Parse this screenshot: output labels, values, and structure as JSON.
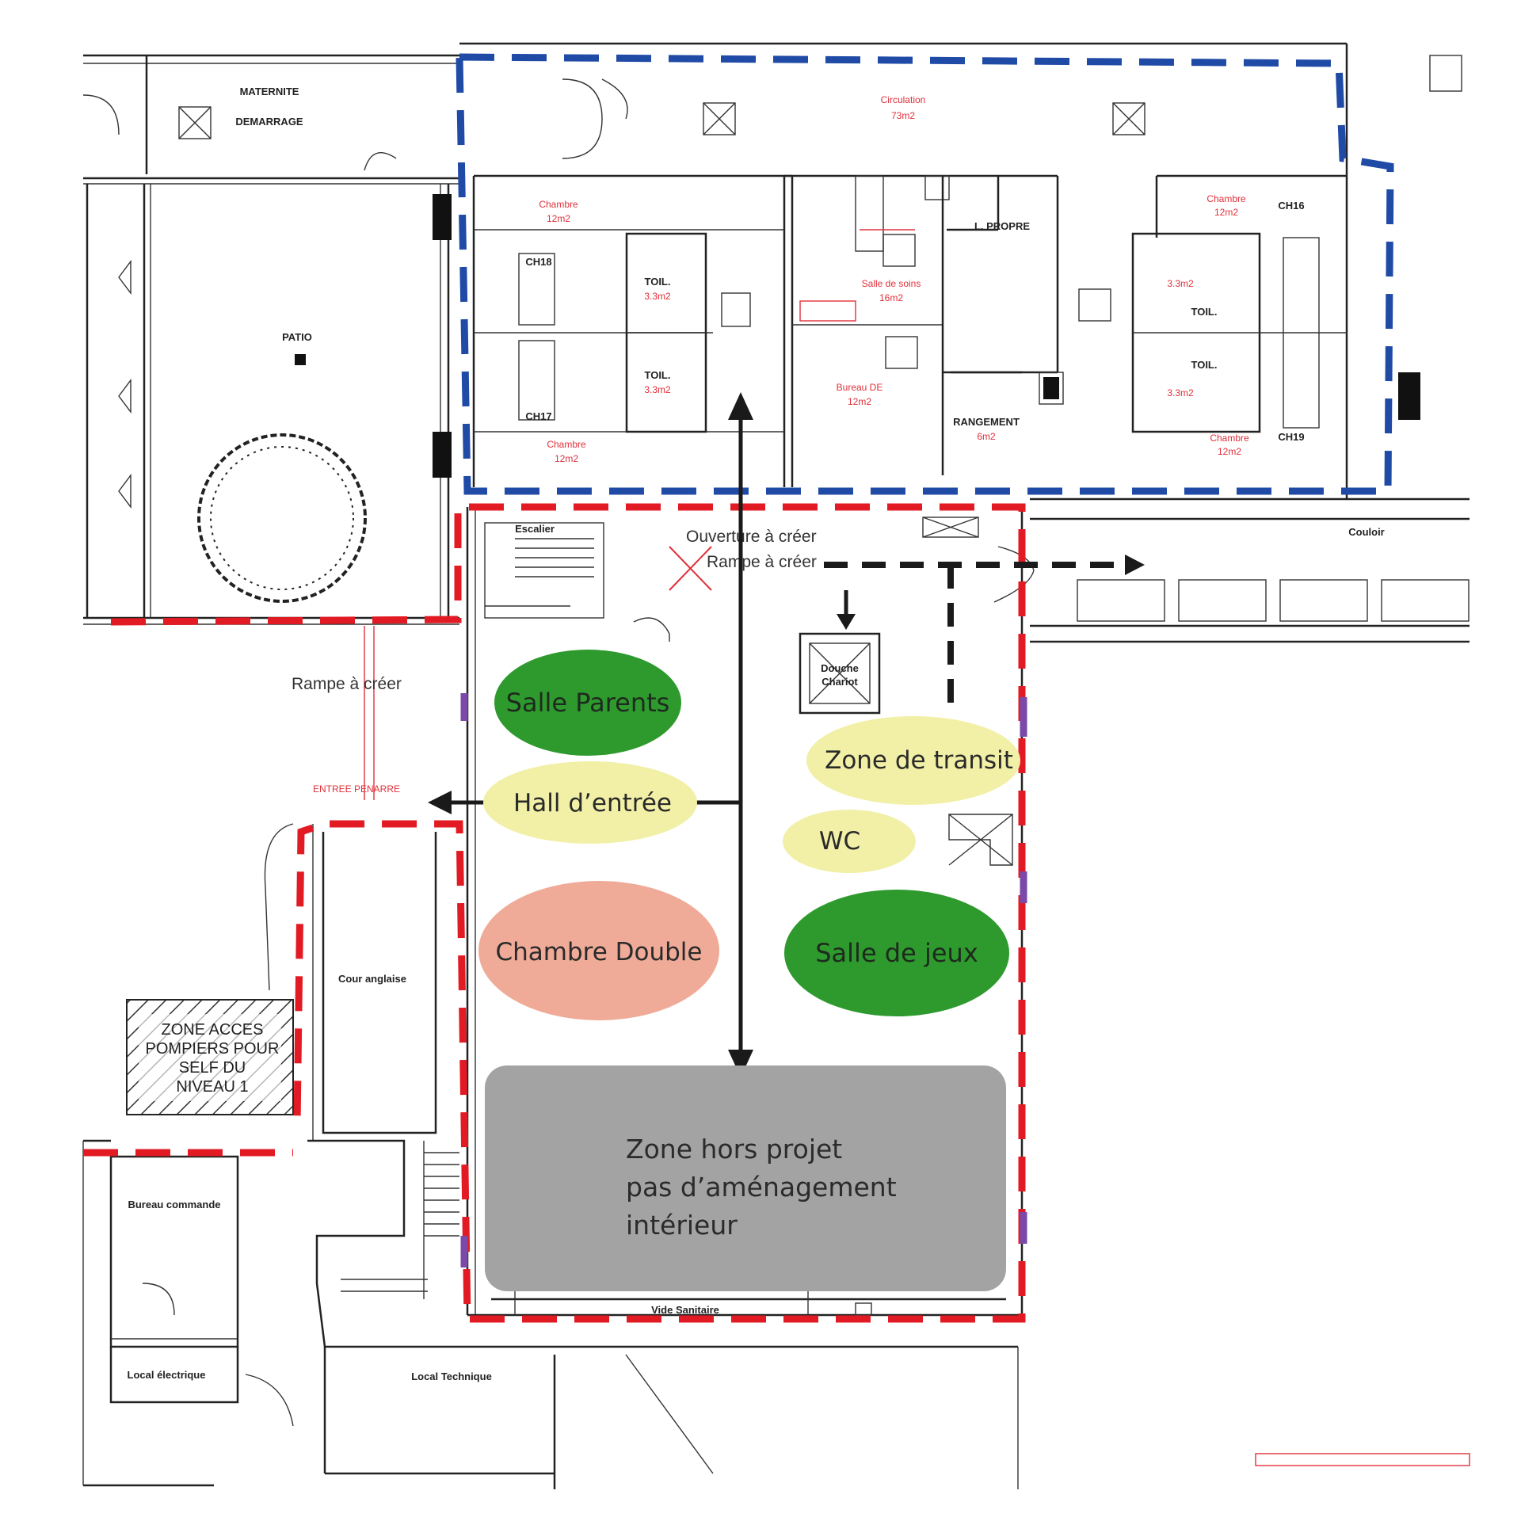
{
  "top_labels": {
    "maternite": "MATERNITE",
    "demarrage": "DEMARRAGE",
    "patio": "PATIO",
    "circulation": "Circulation",
    "circulation_area": "73m2",
    "chambre_tl": "Chambre",
    "chambre_tl_area": "12m2",
    "ch18": "CH18",
    "ch17": "CH17",
    "toil_1": "TOIL.",
    "toil_1_area": "3.3m2",
    "toil_2": "TOIL.",
    "toil_2_area": "3.3m2",
    "chambre_bl": "Chambre",
    "chambre_bl_area": "12m2",
    "salle_soins": "Salle de soins",
    "salle_soins_area": "16m2",
    "bureau_de": "Bureau DE",
    "bureau_de_area": "12m2",
    "l_propre": "L. PROPRE",
    "rangement": "RANGEMENT",
    "rangement_area": "6m2",
    "chambre_tr": "Chambre",
    "chambre_tr_area": "12m2",
    "ch16": "CH16",
    "ch19": "CH19",
    "toil_3": "TOIL.",
    "toil_4": "TOIL.",
    "area_3_4a": "3.3m2",
    "area_3_4b": "3.3m2",
    "chambre_br": "Chambre",
    "chambre_br_area": "12m2",
    "couloir": "Couloir",
    "escalier": "Escalier",
    "ouverture": "Ouverture à créer",
    "rampe_top": "Rampe à créer",
    "rampe_left": "Rampe à créer",
    "entree": "ENTREE PENARRE",
    "cour_anglaise": "Cour anglaise",
    "vide_sanitaire": "Vide Sanitaire",
    "local_technique": "Local Technique",
    "bureau_commande": "Bureau commande",
    "local_electrique": "Local électrique",
    "douche": "Douche",
    "douche_b": "Chariot"
  },
  "hatched_zone": {
    "line1": "ZONE ACCES",
    "line2": "POMPIERS POUR",
    "line3": "SELF DU",
    "line4": "NIVEAU 1"
  },
  "zones": {
    "salle_parents": "Salle Parents",
    "hall_entree": "Hall d’entrée",
    "chambre_double": "Chambre Double",
    "zone_transit": "Zone de transit",
    "wc": "WC",
    "salle_jeux": "Salle de jeux",
    "hors_projet_l1": "Zone hors projet",
    "hors_projet_l2": "pas d’aménagement",
    "hors_projet_l3": "intérieur"
  },
  "colors": {
    "green": "#2e9a2e",
    "yellow": "#f1f0a6",
    "salmon": "#efab98",
    "gray": "#a3a3a3",
    "blue_dash": "#1f4aa6",
    "red_dash": "#e21a23"
  }
}
